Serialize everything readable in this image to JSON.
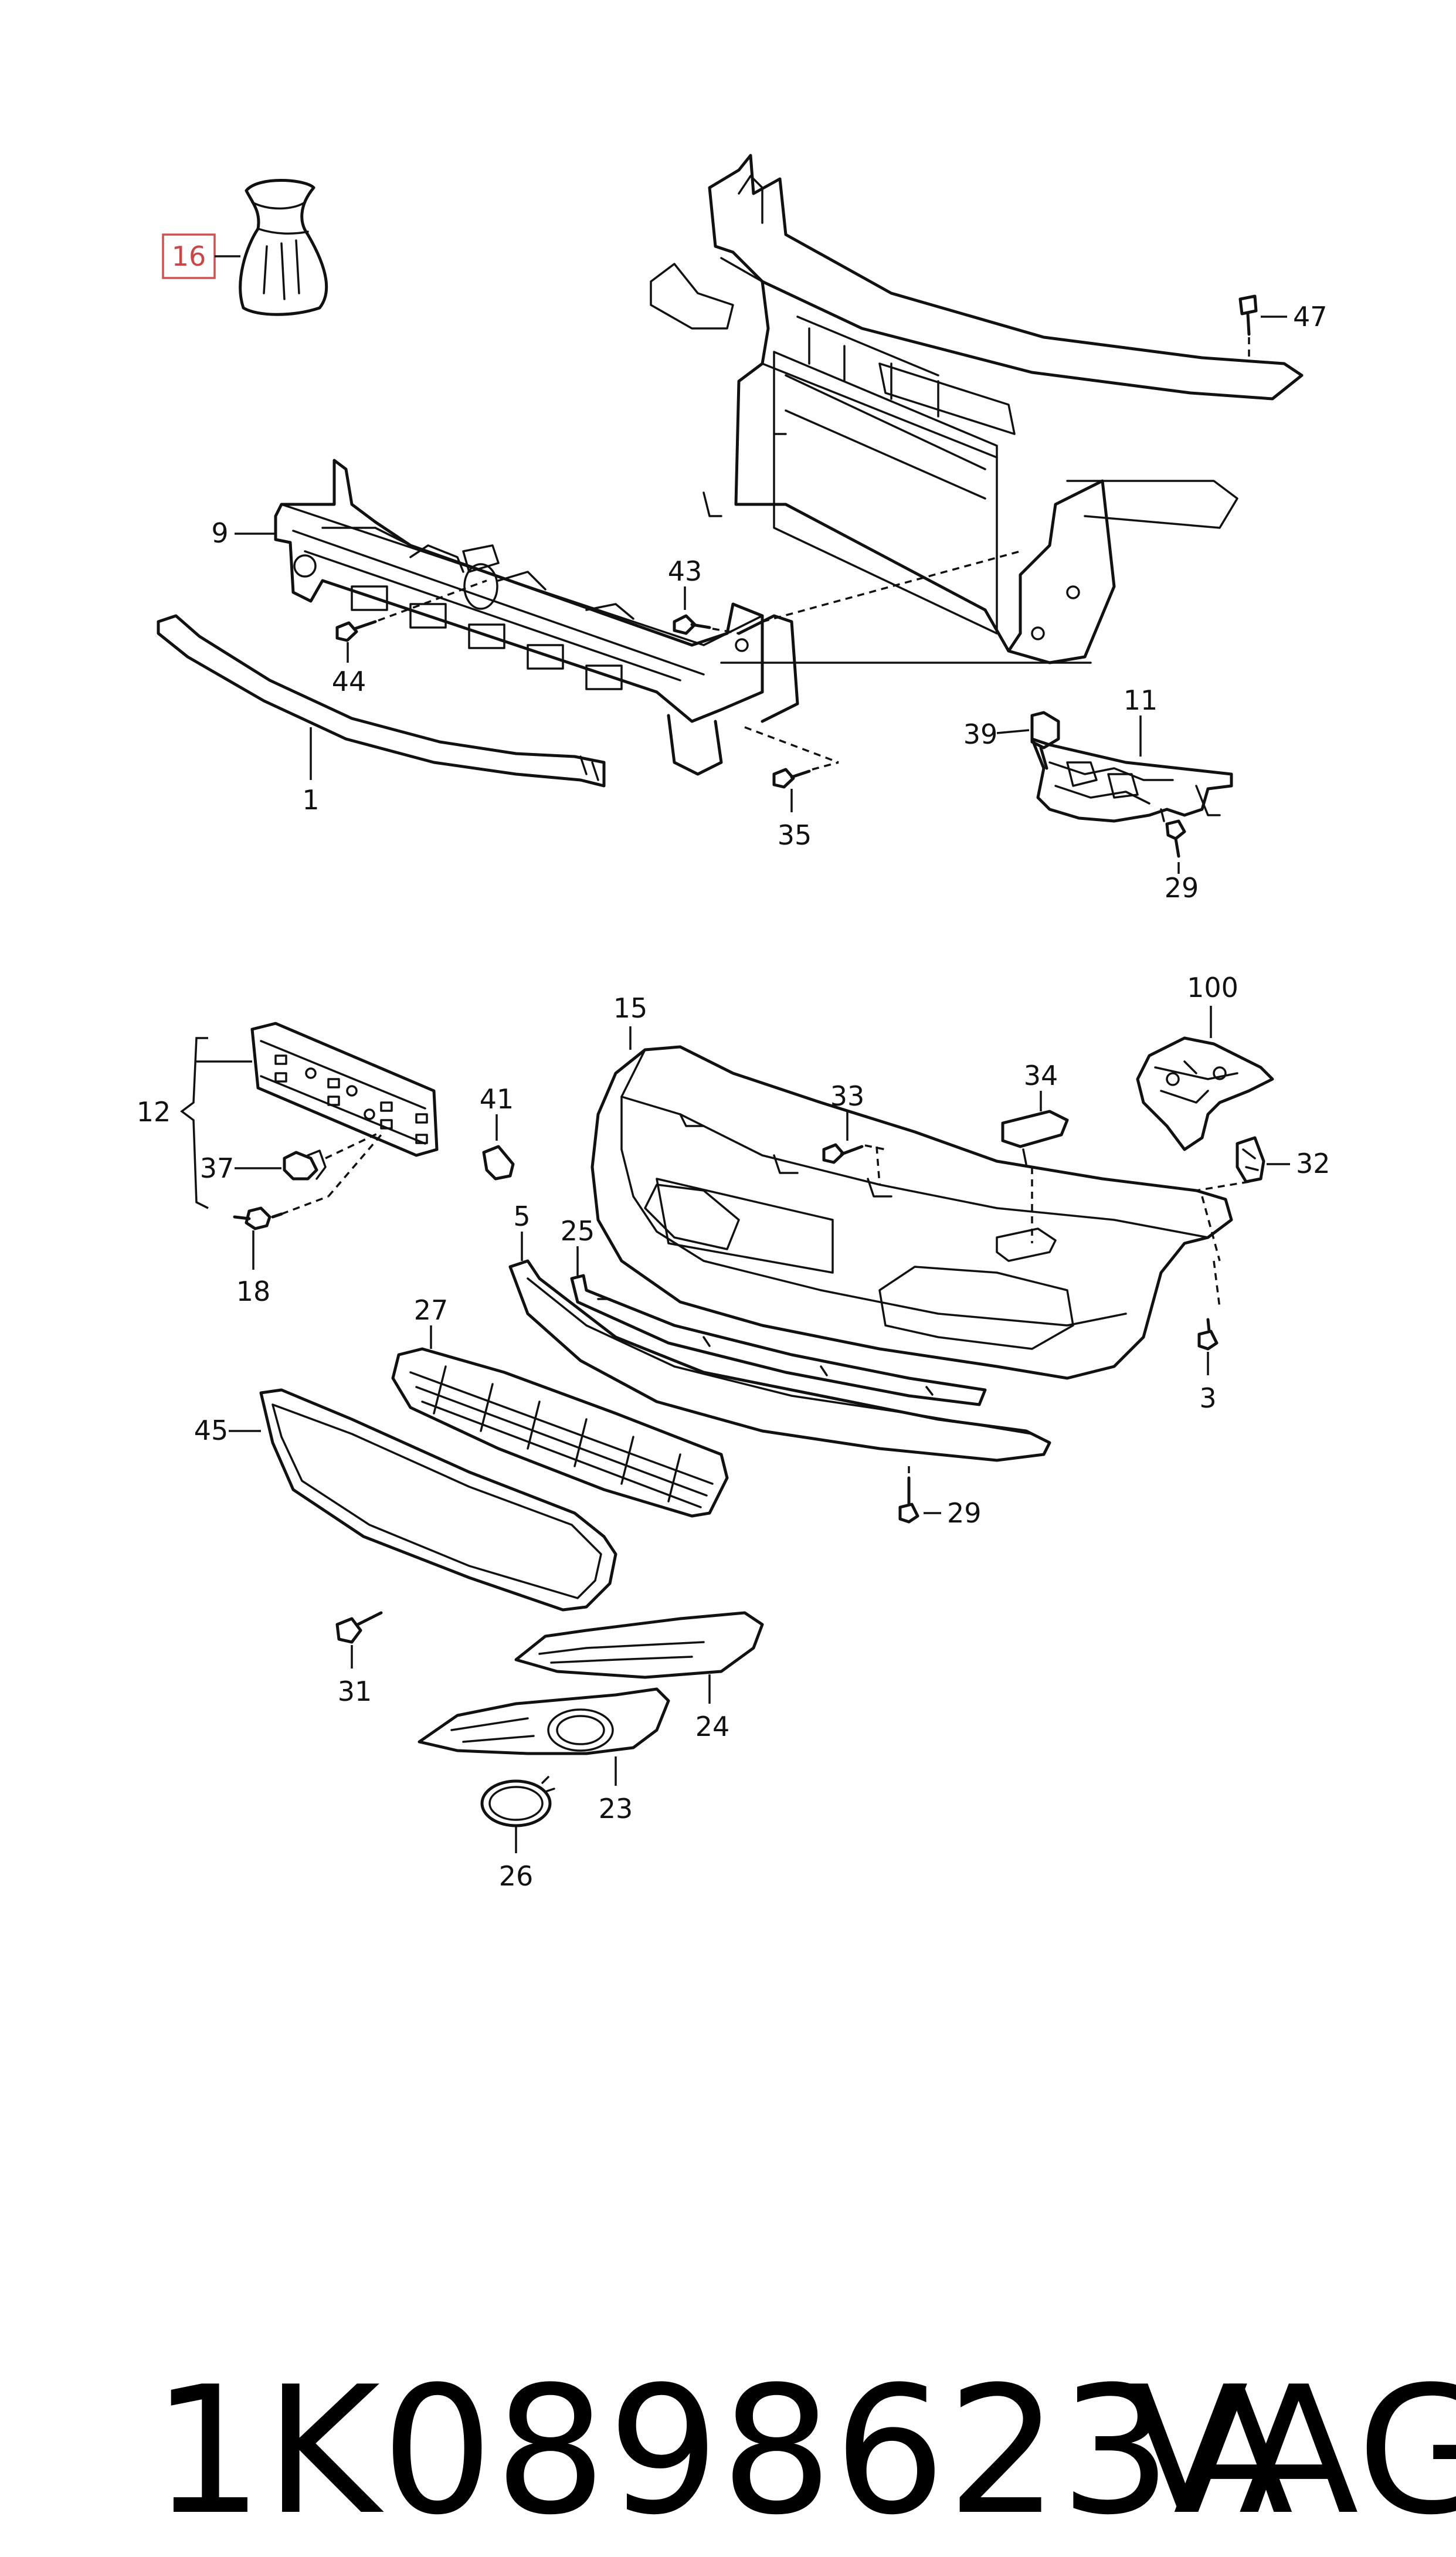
{
  "part_number": "1K0898623A",
  "brand": "VAG",
  "callouts": [
    "16",
    "47",
    "9",
    "43",
    "44",
    "1",
    "35",
    "11",
    "39",
    "29",
    "15",
    "100",
    "32",
    "12",
    "37",
    "18",
    "41",
    "33",
    "34",
    "3",
    "5",
    "25",
    "27",
    "45",
    "29",
    "31",
    "24",
    "23",
    "26"
  ],
  "highlight_color": "#cc4444"
}
